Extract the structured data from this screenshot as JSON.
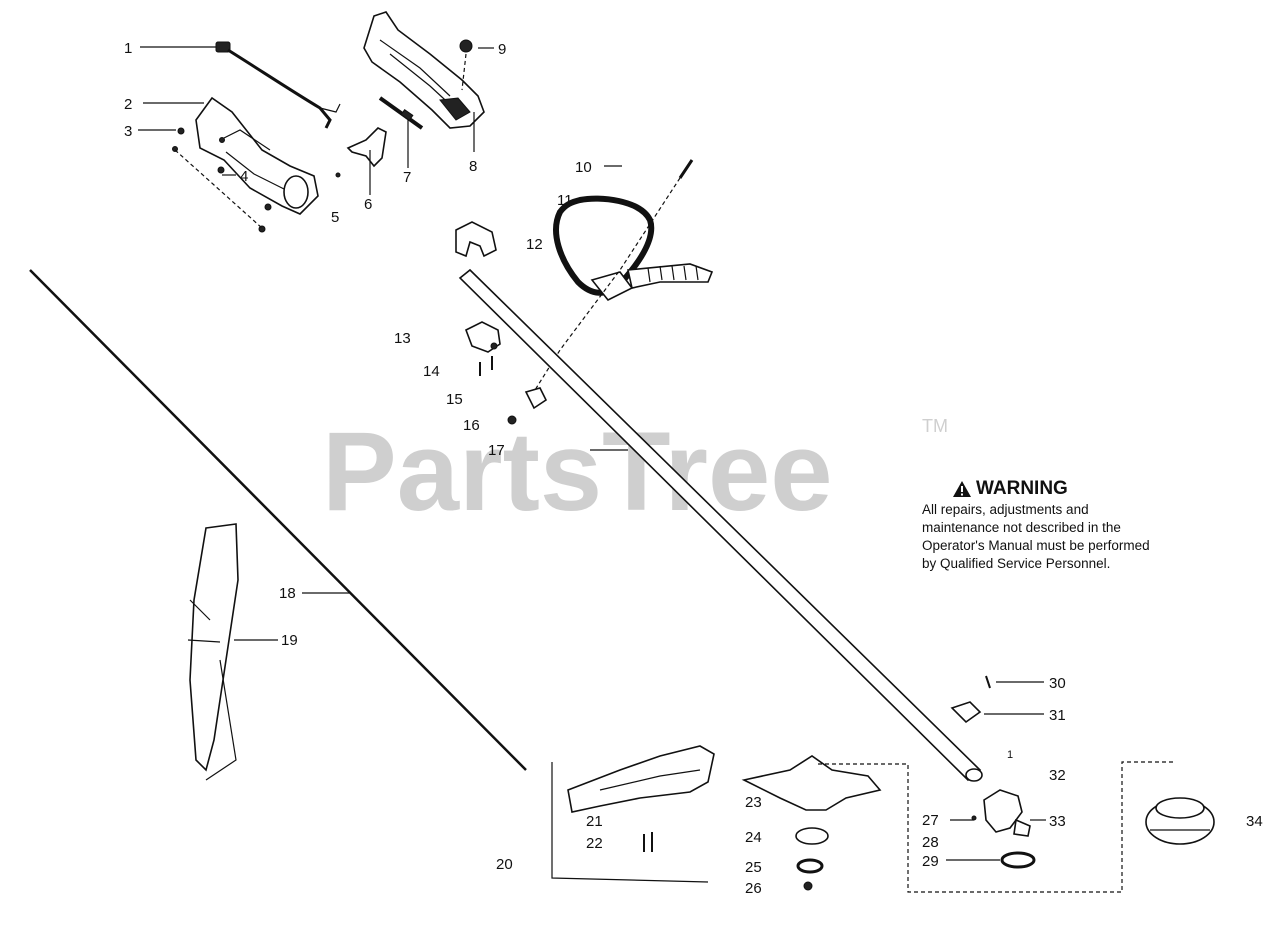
{
  "watermark": {
    "text": "PartsTree",
    "trademark": "TM"
  },
  "warning": {
    "title": "WARNING",
    "body": "All repairs, adjustments and maintenance not described in the Operator's Manual must be performed by Qualified Service Personnel."
  },
  "callouts": [
    {
      "id": "1",
      "text": "1"
    },
    {
      "id": "2",
      "text": "2"
    },
    {
      "id": "3",
      "text": "3"
    },
    {
      "id": "4",
      "text": "4"
    },
    {
      "id": "5",
      "text": "5"
    },
    {
      "id": "6",
      "text": "6"
    },
    {
      "id": "7",
      "text": "7"
    },
    {
      "id": "8",
      "text": "8"
    },
    {
      "id": "9",
      "text": "9"
    },
    {
      "id": "10",
      "text": "10"
    },
    {
      "id": "11",
      "text": "11"
    },
    {
      "id": "12",
      "text": "12"
    },
    {
      "id": "13",
      "text": "13"
    },
    {
      "id": "14",
      "text": "14"
    },
    {
      "id": "15",
      "text": "15"
    },
    {
      "id": "16",
      "text": "16"
    },
    {
      "id": "17",
      "text": "17"
    },
    {
      "id": "18",
      "text": "18"
    },
    {
      "id": "19",
      "text": "19"
    },
    {
      "id": "20",
      "text": "20"
    },
    {
      "id": "21",
      "text": "21"
    },
    {
      "id": "22",
      "text": "22"
    },
    {
      "id": "23",
      "text": "23"
    },
    {
      "id": "24",
      "text": "24"
    },
    {
      "id": "25",
      "text": "25"
    },
    {
      "id": "26",
      "text": "26"
    },
    {
      "id": "27",
      "text": "27"
    },
    {
      "id": "28",
      "text": "28"
    },
    {
      "id": "29",
      "text": "29"
    },
    {
      "id": "30",
      "text": "30"
    },
    {
      "id": "31",
      "text": "31"
    },
    {
      "id": "32",
      "text": "32"
    },
    {
      "id": "33",
      "text": "33"
    },
    {
      "id": "34",
      "text": "34"
    },
    {
      "id": "32-sub",
      "text": "1"
    }
  ]
}
